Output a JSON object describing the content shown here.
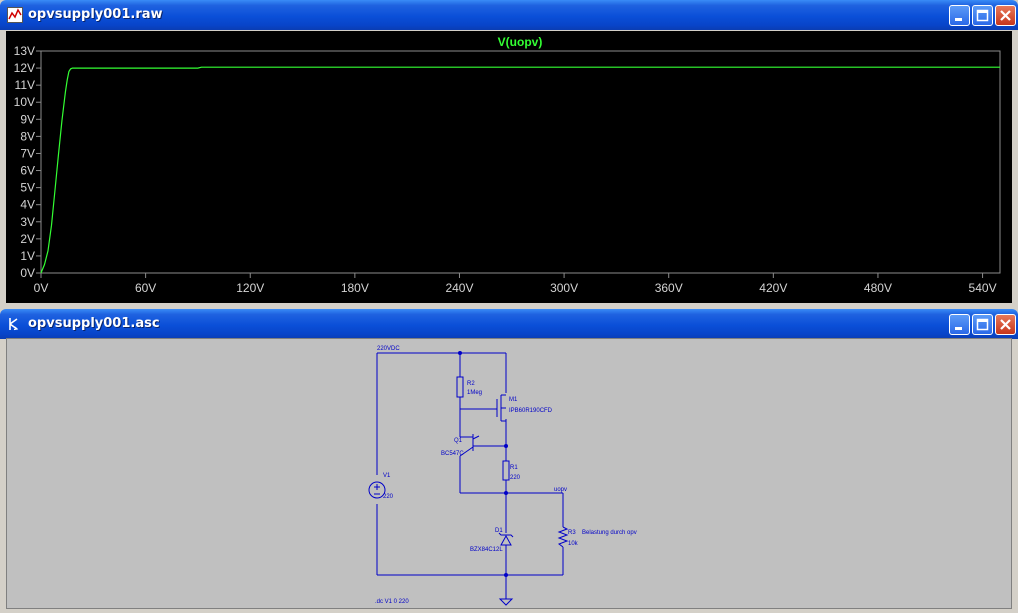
{
  "plot_window": {
    "title": "opvsupply001.raw",
    "icon": "waveform-icon",
    "trace_name": "V(uopv)",
    "trace_color": "#33ff33"
  },
  "schematic_window": {
    "title": "opvsupply001.asc",
    "icon": "schematic-icon",
    "labels": {
      "top_net": "220VDC",
      "r2_name": "R2",
      "r2_value": "1Meg",
      "m1_name": "M1",
      "m1_model": "IPB60R190CFD",
      "q1_name": "Q1",
      "q1_model": "BC547C",
      "r1_name": "R1",
      "r1_value": "220",
      "out_net": "uopv",
      "v1_name": "V1",
      "v1_value": "220",
      "d1_name": "D1",
      "d1_model": "BZX84C12L",
      "r3_name": "R3",
      "r3_value": "10k",
      "load_comment": "Belastung durch opv",
      "directive": ".dc V1 0 220"
    }
  },
  "chart_data": {
    "type": "line",
    "title": "V(uopv)",
    "xlabel": "",
    "ylabel": "",
    "xlim": [
      0,
      550
    ],
    "ylim": [
      0,
      13
    ],
    "x_ticks": [
      "0V",
      "60V",
      "120V",
      "180V",
      "240V",
      "300V",
      "360V",
      "420V",
      "480V",
      "540V"
    ],
    "x_tick_values": [
      0,
      60,
      120,
      180,
      240,
      300,
      360,
      420,
      480,
      540
    ],
    "y_ticks": [
      "0V",
      "1V",
      "2V",
      "3V",
      "4V",
      "5V",
      "6V",
      "7V",
      "8V",
      "9V",
      "10V",
      "11V",
      "12V",
      "13V"
    ],
    "y_tick_values": [
      0,
      1,
      2,
      3,
      4,
      5,
      6,
      7,
      8,
      9,
      10,
      11,
      12,
      13
    ],
    "series": [
      {
        "name": "V(uopv)",
        "x": [
          0,
          2,
          4,
          6,
          8,
          10,
          12,
          14,
          15,
          16,
          17,
          18,
          20,
          40,
          90,
          92,
          200,
          300,
          400,
          500,
          550
        ],
        "y": [
          0,
          0.5,
          1.3,
          2.8,
          4.8,
          6.9,
          8.9,
          10.6,
          11.3,
          11.8,
          11.95,
          12.0,
          12.0,
          12.0,
          12.0,
          12.05,
          12.05,
          12.05,
          12.05,
          12.05,
          12.05
        ],
        "color": "#33ff33"
      }
    ],
    "grid": false,
    "legend": "none"
  }
}
